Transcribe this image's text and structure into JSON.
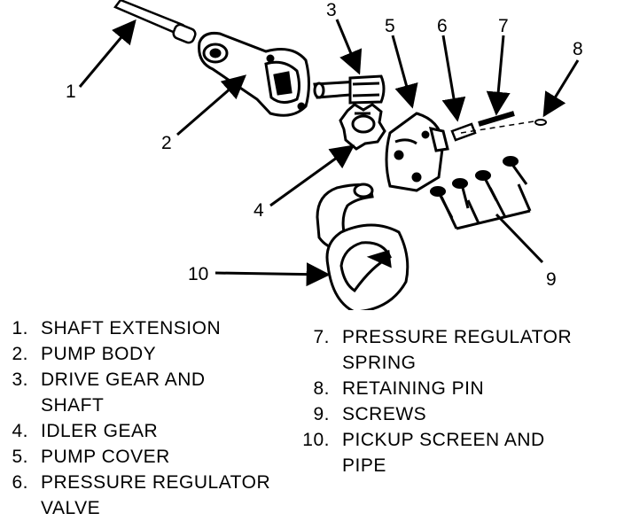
{
  "callouts": [
    {
      "num": "1",
      "label": "SHAFT EXTENSION"
    },
    {
      "num": "2",
      "label": "PUMP BODY"
    },
    {
      "num": "3",
      "label": "DRIVE GEAR AND\nSHAFT"
    },
    {
      "num": "4",
      "label": "IDLER GEAR"
    },
    {
      "num": "5",
      "label": "PUMP COVER"
    },
    {
      "num": "6",
      "label": "PRESSURE REGULATOR\nVALVE"
    },
    {
      "num": "7",
      "label": "PRESSURE REGULATOR\nSPRING"
    },
    {
      "num": "8",
      "label": "RETAINING PIN"
    },
    {
      "num": "9",
      "label": "SCREWS"
    },
    {
      "num": "10",
      "label": "PICKUP SCREEN AND\nPIPE"
    }
  ],
  "legend_left_numbers": [
    "1.",
    "2.",
    "3.",
    "4.",
    "5.",
    "6."
  ],
  "legend_right_numbers": [
    "7.",
    "8.",
    "9.",
    "10."
  ]
}
